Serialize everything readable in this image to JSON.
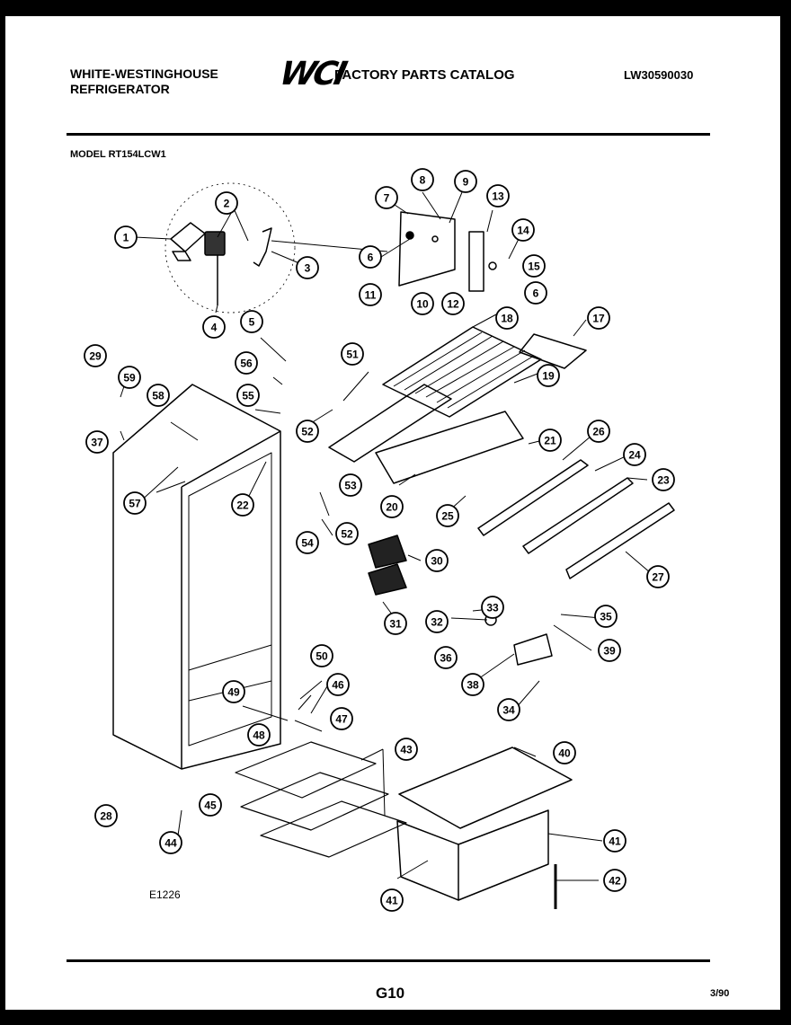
{
  "header": {
    "brand_line1": "WHITE-WESTINGHOUSE",
    "brand_line2": "REFRIGERATOR",
    "logo": "WCI",
    "catalog_title": "FACTORY PARTS CATALOG",
    "document_number": "LW30590030"
  },
  "model_label": "MODEL RT154LCW1",
  "diagram_code": "E1226",
  "footer": {
    "page": "G10",
    "date": "3/90"
  },
  "callouts": [
    "1",
    "2",
    "3",
    "4",
    "5",
    "6",
    "6",
    "7",
    "8",
    "9",
    "10",
    "11",
    "12",
    "13",
    "14",
    "15",
    "17",
    "18",
    "19",
    "20",
    "21",
    "22",
    "23",
    "24",
    "25",
    "26",
    "27",
    "28",
    "29",
    "30",
    "31",
    "32",
    "33",
    "34",
    "35",
    "36",
    "37",
    "38",
    "39",
    "40",
    "41",
    "41",
    "42",
    "43",
    "44",
    "45",
    "46",
    "47",
    "48",
    "49",
    "50",
    "51",
    "52",
    "52",
    "53",
    "54",
    "55",
    "56",
    "57",
    "58",
    "59"
  ]
}
